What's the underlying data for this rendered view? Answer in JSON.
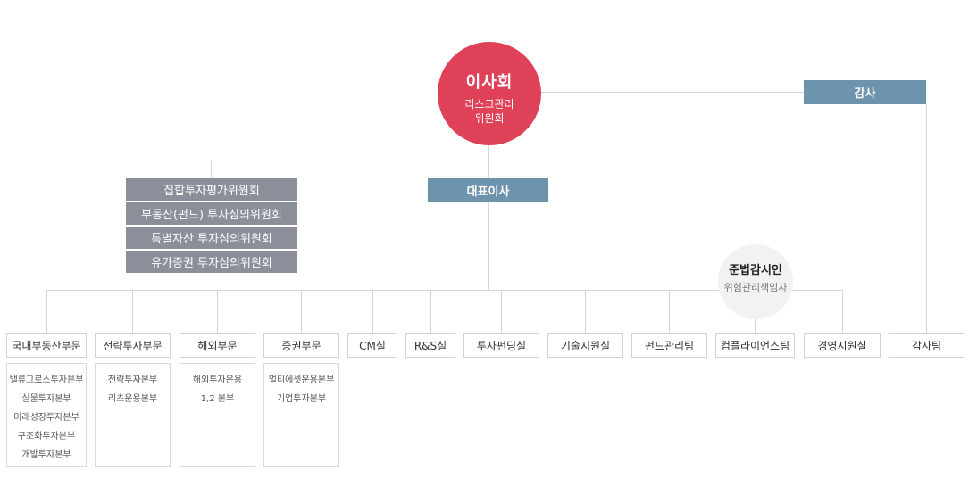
{
  "board": {
    "title": "이사회",
    "sub1": "리스크관리",
    "sub2": "위원회"
  },
  "audit": "감사",
  "ceo": "대표이사",
  "committees": [
    "집합투자평가위원회",
    "부동산(펀드) 투자심의위원회",
    "특별자산 투자심의위원회",
    "유가증권 투자심의위원회"
  ],
  "compliance": {
    "title": "준법감시인",
    "sub": "위험관리책임자"
  },
  "departments": [
    {
      "label": "국내부동산부문",
      "items": [
        "밸류그로스투자본부",
        "실물투자본부",
        "미래성장투자본부",
        "구조화투자본부",
        "개발투자본부"
      ]
    },
    {
      "label": "전략투자부문",
      "items": [
        "전략투자본부",
        "리츠운용본부"
      ]
    },
    {
      "label": "해외부문",
      "items": [
        "해외투자운용",
        "1,2 본부"
      ]
    },
    {
      "label": "증권부문",
      "items": [
        "멀티에셋운용본부",
        "기업투자본부"
      ]
    },
    {
      "label": "CM실"
    },
    {
      "label": "R&S실"
    },
    {
      "label": "투자펀딩실"
    },
    {
      "label": "기술지원실"
    },
    {
      "label": "펀드관리팀"
    },
    {
      "label": "컴플라이언스팀"
    },
    {
      "label": "경영지원실"
    },
    {
      "label": "감사팀"
    }
  ],
  "colors": {
    "board": "#de4158",
    "bar": "#6e93ad",
    "committee": "#8a8f99",
    "line": "#d6d6d6"
  }
}
